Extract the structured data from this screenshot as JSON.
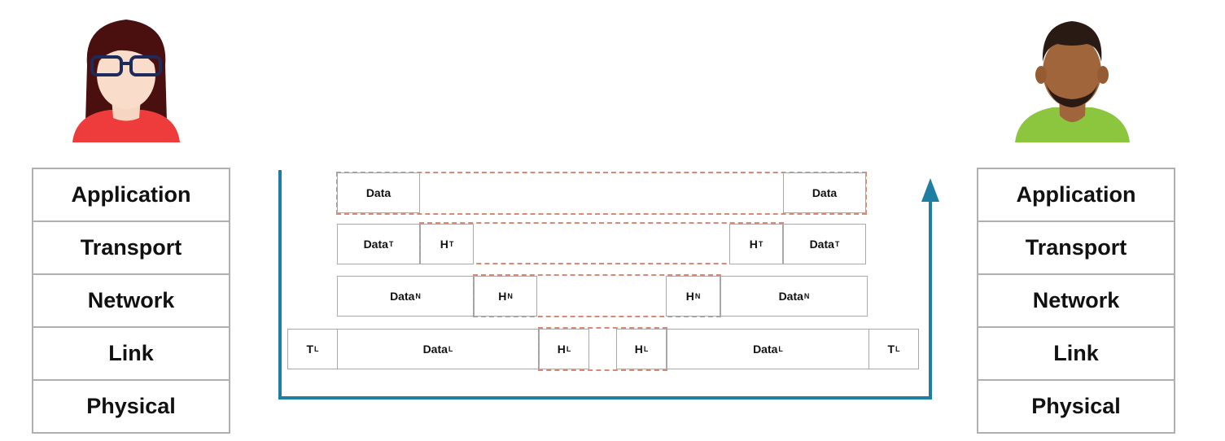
{
  "left_stack": {
    "layers": [
      "Application",
      "Transport",
      "Network",
      "Link",
      "Physical"
    ]
  },
  "right_stack": {
    "layers": [
      "Application",
      "Transport",
      "Network",
      "Link",
      "Physical"
    ]
  },
  "labels": {
    "data": "Data",
    "data_sub_T": "T",
    "data_sub_N": "N",
    "data_sub_L": "L",
    "H": "H",
    "T": "T",
    "sub_T": "T",
    "sub_N": "N",
    "sub_L": "L"
  },
  "colors": {
    "flow_arrow": "#1f7fa3",
    "dashed_outline": "#d98a74",
    "box_border": "#a8a8a8",
    "sender_shirt": "#ee3b3b",
    "receiver_shirt": "#8cc63f"
  },
  "icons": {
    "sender": "woman-with-glasses-avatar-icon",
    "receiver": "man-with-beard-avatar-icon"
  }
}
